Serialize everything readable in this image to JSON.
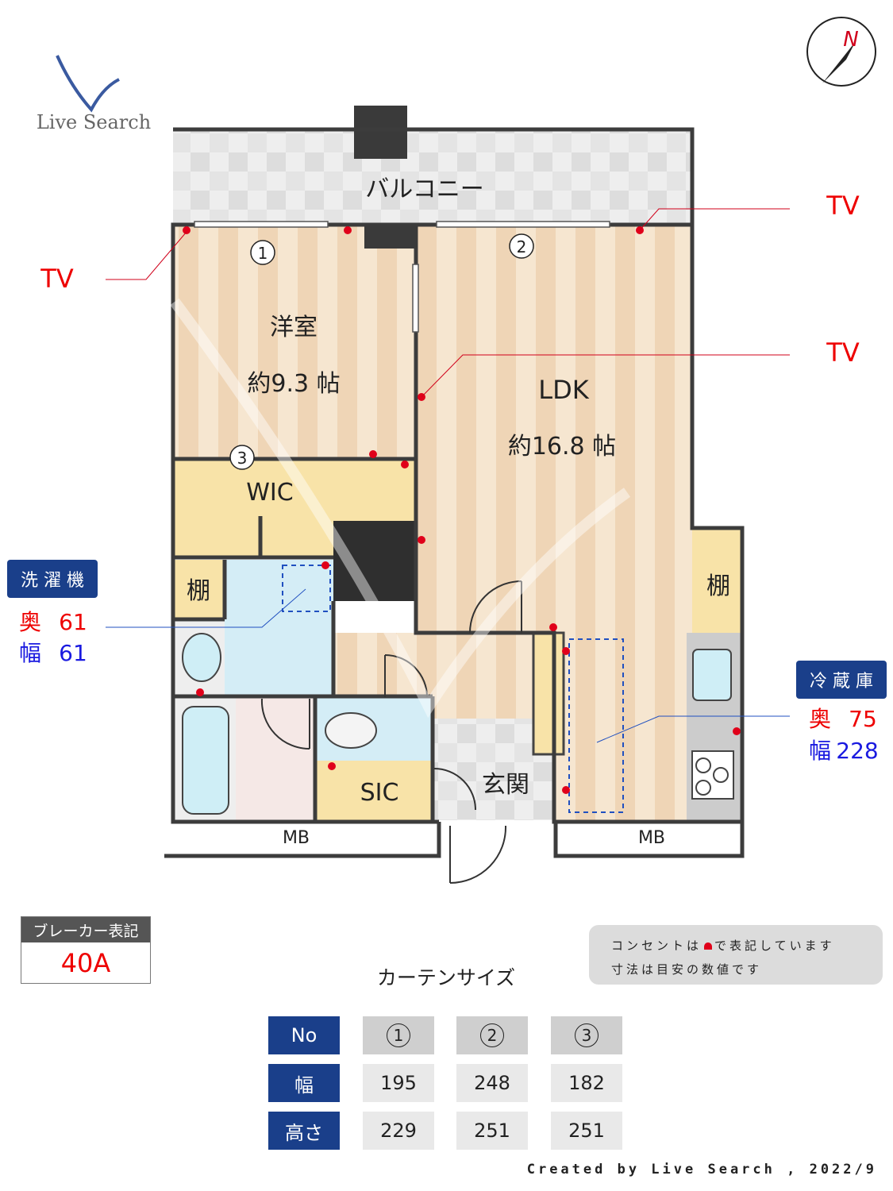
{
  "logo": {
    "text": "Live Search"
  },
  "compass": {
    "label": "N"
  },
  "rooms": {
    "balcony": "バルコニー",
    "western_room": "洋室",
    "western_room_size": "約9.3 帖",
    "ldk": "LDK",
    "ldk_size": "約16.8 帖",
    "wic": "WIC",
    "shelf_left": "棚",
    "shelf_right": "棚",
    "sic": "SIC",
    "entrance": "玄関",
    "mb_left": "MB",
    "mb_right": "MB"
  },
  "curtain_markers": [
    "1",
    "2",
    "3"
  ],
  "tv_labels": [
    "TV",
    "TV",
    "TV"
  ],
  "washer": {
    "title": "洗 濯 機",
    "depth_label": "奥",
    "depth": "61",
    "width_label": "幅",
    "width": "61"
  },
  "fridge": {
    "title": "冷 蔵 庫",
    "depth_label": "奥",
    "depth": "75",
    "width_label": "幅",
    "width": "228"
  },
  "breaker": {
    "title": "ブレーカー表記",
    "value": "40A"
  },
  "notes": {
    "line1_pre": "コンセントは",
    "line1_post": "で表記しています",
    "line2": "寸法は目安の数値です"
  },
  "curtain": {
    "title": "カーテンサイズ",
    "row_headers": [
      "No",
      "幅",
      "高さ"
    ],
    "columns": [
      {
        "no": "1",
        "width": "195",
        "height": "229"
      },
      {
        "no": "2",
        "width": "248",
        "height": "251"
      },
      {
        "no": "3",
        "width": "182",
        "height": "251"
      }
    ]
  },
  "footer": "Created by Live Search , 2022/9",
  "colors": {
    "navy": "#1a3f8a",
    "outlet": "#e0001a",
    "wall": "#3c3c3c",
    "wood": "#f3dcc0",
    "yellow": "#f8e3a8",
    "water": "#d4edf6"
  }
}
